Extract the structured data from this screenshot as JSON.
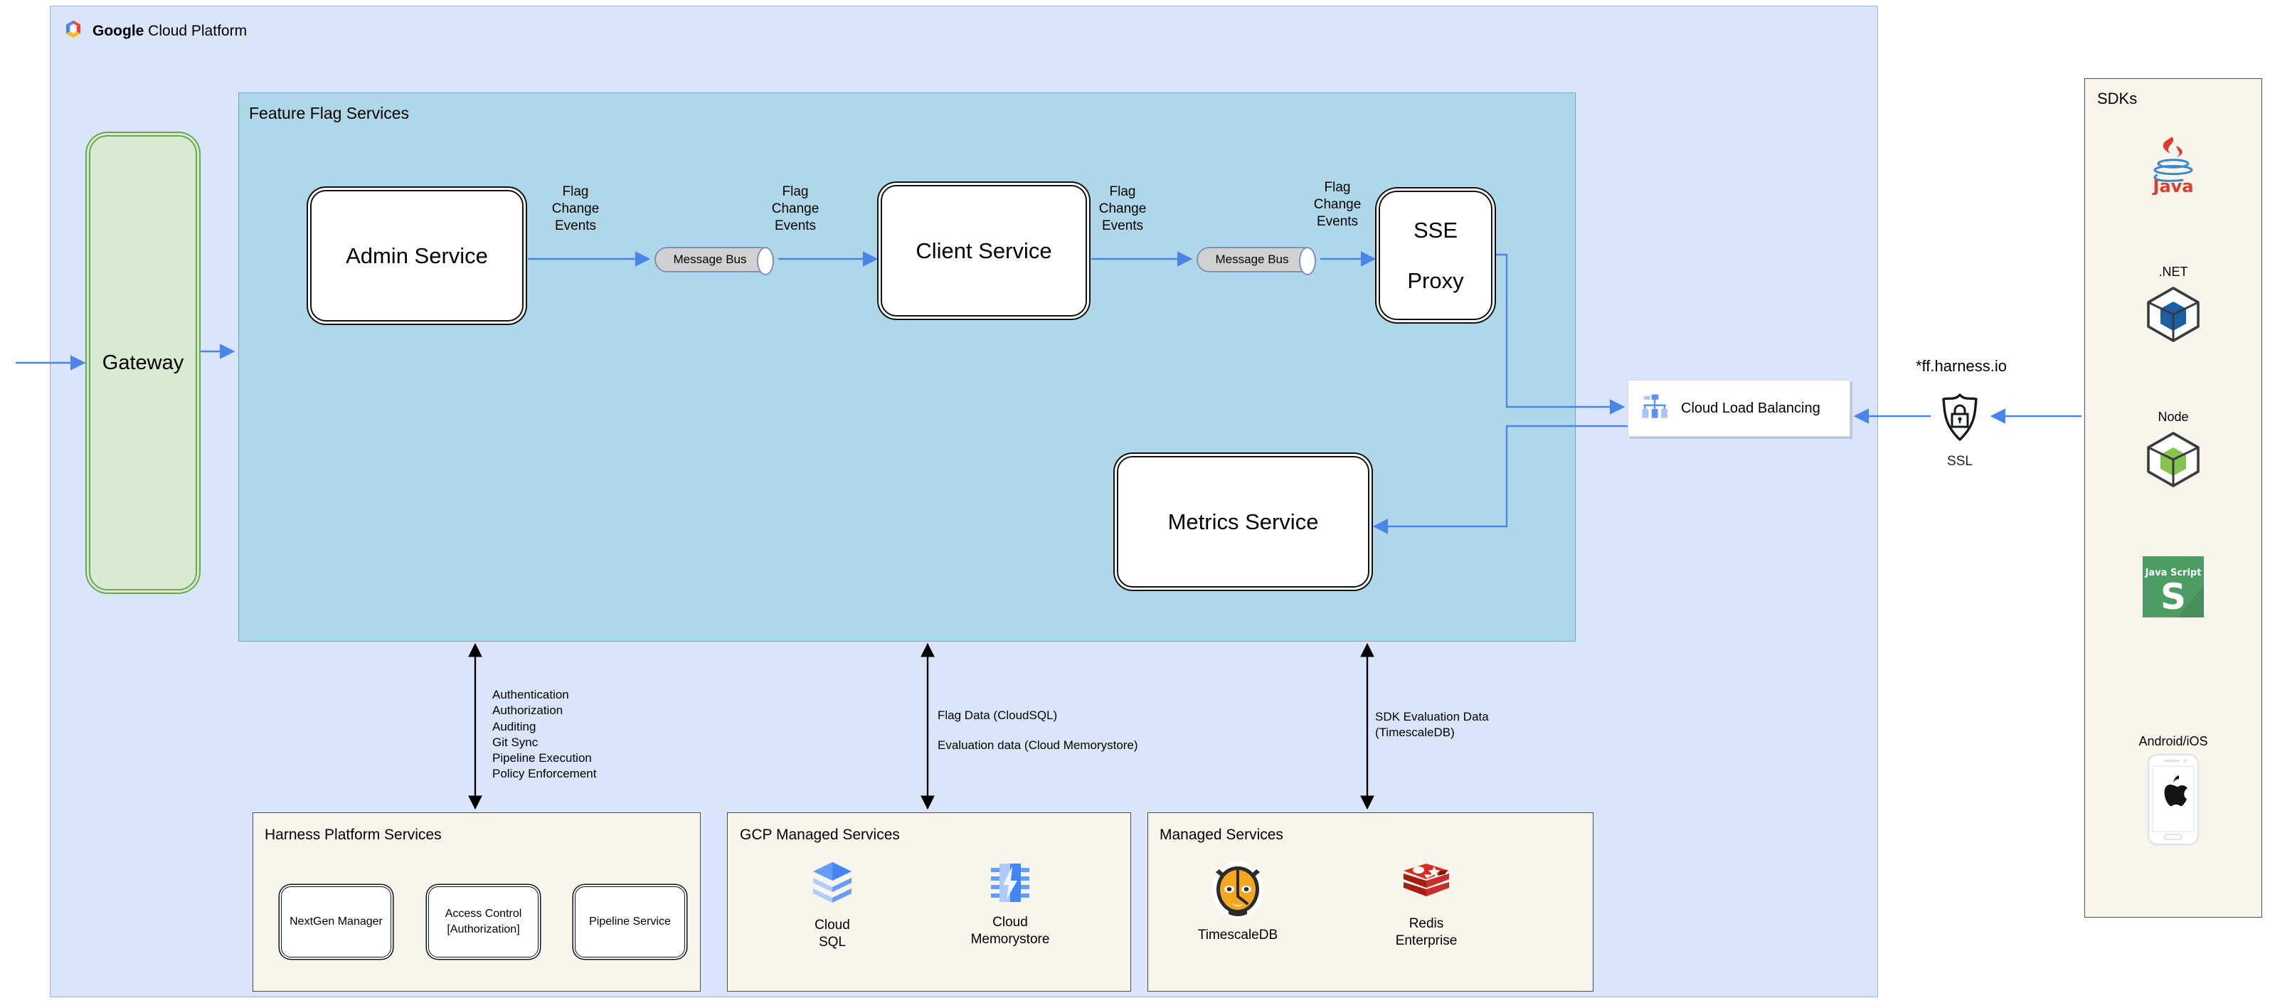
{
  "gcp": {
    "title_bold": "Google",
    "title_rest": " Cloud Platform",
    "logo_icon": "google-cloud-logo-icon"
  },
  "feature_flag": {
    "panel_title": "Feature Flag Services",
    "services": [
      {
        "id": "admin-service",
        "label": "Admin Service"
      },
      {
        "id": "client-service",
        "label": "Client Service"
      },
      {
        "id": "sse-proxy",
        "label": "SSE\nProxy",
        "line1": "SSE",
        "line2": "Proxy"
      },
      {
        "id": "metrics-service",
        "label": "Metrics Service"
      }
    ],
    "message_bus_label": "Message Bus",
    "flag_change_events_label": "Flag\nChange\nEvents",
    "flag_change_events_lines": [
      "Flag",
      "Change",
      "Events"
    ]
  },
  "gateway": {
    "label": "Gateway"
  },
  "load_balancer": {
    "label": "Cloud Load Balancing",
    "icon": "cloud-load-balancing-icon"
  },
  "ssl": {
    "host": "*ff.harness.io",
    "label": "SSL",
    "icon": "ssl-shield-lock-icon"
  },
  "sdks": {
    "panel_title": "SDKs",
    "items": [
      {
        "caption": "",
        "icon": "java-logo-icon",
        "name": "Java"
      },
      {
        "caption": ".NET",
        "icon": "dotnet-cube-icon",
        "name": ".NET"
      },
      {
        "caption": "Node",
        "icon": "node-cube-icon",
        "name": "Node"
      },
      {
        "caption": "",
        "icon": "javascript-logo-icon",
        "name": "Java Script"
      },
      {
        "caption": "Android/iOS",
        "icon": "mobile-apple-icon",
        "name": "Android/iOS"
      }
    ],
    "javascript_tile_text": "Java Script"
  },
  "bottom_panels": [
    {
      "id": "harness-platform-services",
      "title": "Harness Platform Services",
      "items": [
        {
          "label": "NextGen Manager"
        },
        {
          "label": "Access Control\n[Authorization]",
          "line1": "Access Control",
          "line2": "[Authorization]"
        },
        {
          "label": "Pipeline Service"
        }
      ]
    },
    {
      "id": "gcp-managed-services",
      "title": "GCP Managed Services",
      "items": [
        {
          "line1": "Cloud",
          "line2": "SQL",
          "icon": "cloud-sql-icon"
        },
        {
          "line1": "Cloud",
          "line2": "Memorystore",
          "icon": "cloud-memorystore-icon"
        }
      ]
    },
    {
      "id": "managed-services",
      "title": "Managed Services",
      "items": [
        {
          "line1": "TimescaleDB",
          "line2": "",
          "icon": "timescaledb-tiger-icon"
        },
        {
          "line1": "Redis",
          "line2": "Enterprise",
          "icon": "redis-enterprise-icon"
        }
      ]
    }
  ],
  "annotations": {
    "platform_list": [
      "Authentication",
      "Authorization",
      "Auditing",
      "Git Sync",
      "Pipeline Execution",
      "Policy Enforcement"
    ],
    "flag_data": "Flag Data (CloudSQL)",
    "evaluation_data": "Evaluation data (Cloud Memorystore)",
    "sdk_eval_line1": "SDK Evaluation Data",
    "sdk_eval_line2": "(TimescaleDB)"
  },
  "colors": {
    "gcp_panel_bg": "#dae5fb",
    "feature_flag_panel_bg": "#aed8ea",
    "gateway_bg": "#d9ead3",
    "gateway_border": "#6aa84f",
    "panel_cream_bg": "#f8f5ec",
    "arrow_blue": "#4a86e8",
    "message_bus_bg": "#d0d0d0"
  }
}
